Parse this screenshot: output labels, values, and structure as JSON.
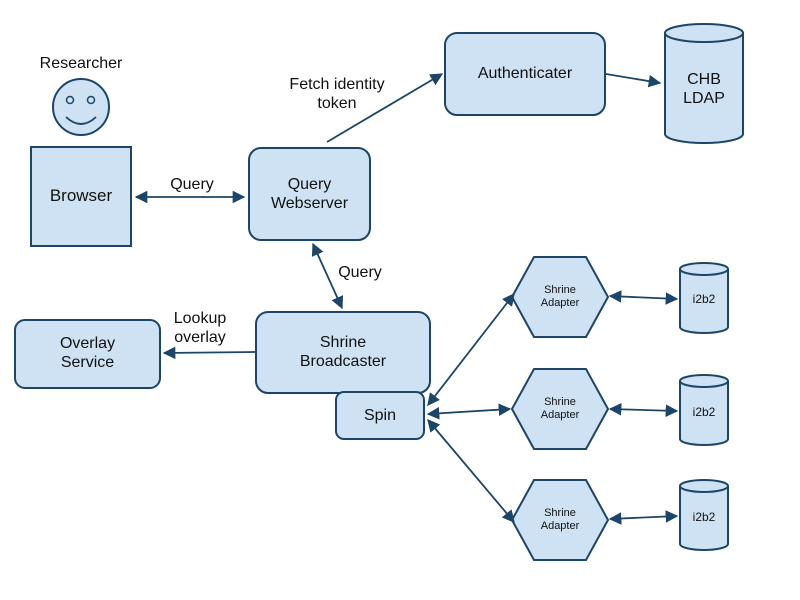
{
  "diagram": {
    "actor": {
      "label": "Researcher"
    },
    "nodes": {
      "browser": "Browser",
      "query_webserver": "Query\nWebserver",
      "authenticater": "Authenticater",
      "chb_ldap": "CHB\nLDAP",
      "shrine_broadcaster": "Shrine\nBroadcaster",
      "spin": "Spin",
      "overlay_service": "Overlay\nService",
      "adapters": [
        {
          "label": "Shrine\nAdapter",
          "db": "i2b2"
        },
        {
          "label": "Shrine\nAdapter",
          "db": "i2b2"
        },
        {
          "label": "Shrine\nAdapter",
          "db": "i2b2"
        }
      ]
    },
    "edge_labels": {
      "browser_query": "Query",
      "fetch_identity": "Fetch identity\ntoken",
      "broadcaster_query": "Query",
      "lookup_overlay": "Lookup\noverlay"
    },
    "colors": {
      "fill": "#cfe2f3",
      "stroke": "#1c4567"
    }
  }
}
